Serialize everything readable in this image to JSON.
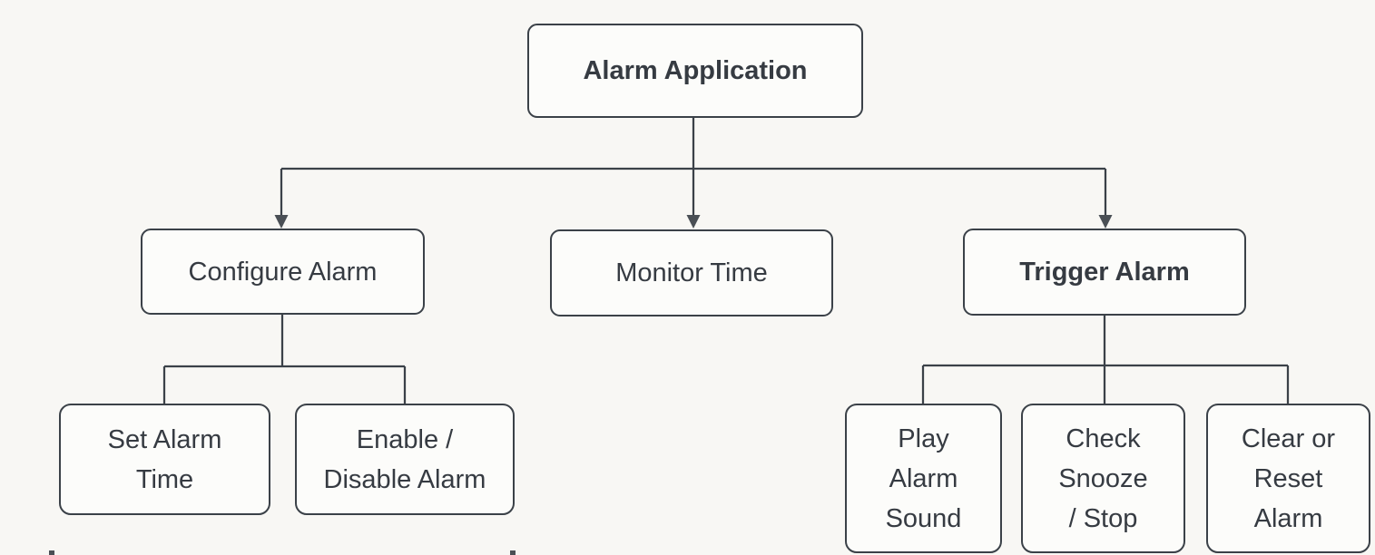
{
  "diagram": {
    "type": "flowchart-top-down",
    "title": "Alarm Application",
    "colors": {
      "background": "#f8f7f4",
      "node_fill": "#fcfcfa",
      "node_border": "#3b4148",
      "text": "#363b42",
      "connector": "#3b4148"
    },
    "nodes": {
      "root": {
        "label": "Alarm Application",
        "emphasis": "bold"
      },
      "configure": {
        "label": "Configure Alarm",
        "emphasis": "regular"
      },
      "monitor": {
        "label": "Monitor Time",
        "emphasis": "regular"
      },
      "trigger": {
        "label": "Trigger Alarm",
        "emphasis": "bold"
      },
      "set_time": {
        "label": "Set Alarm\nTime",
        "emphasis": "regular"
      },
      "enable_disable": {
        "label": "Enable /\nDisable Alarm",
        "emphasis": "regular"
      },
      "play_sound": {
        "label": "Play\nAlarm\nSound",
        "emphasis": "regular"
      },
      "check_snooze": {
        "label": "Check\nSnooze\n/ Stop",
        "emphasis": "regular"
      },
      "clear_reset": {
        "label": "Clear or\nReset\nAlarm",
        "emphasis": "regular"
      }
    },
    "edges": [
      {
        "from": "root",
        "to": "configure",
        "arrowhead": true
      },
      {
        "from": "root",
        "to": "monitor",
        "arrowhead": true
      },
      {
        "from": "root",
        "to": "trigger",
        "arrowhead": true
      },
      {
        "from": "configure",
        "to": "set_time",
        "arrowhead": false
      },
      {
        "from": "configure",
        "to": "enable_disable",
        "arrowhead": false
      },
      {
        "from": "trigger",
        "to": "play_sound",
        "arrowhead": false
      },
      {
        "from": "trigger",
        "to": "check_snooze",
        "arrowhead": false
      },
      {
        "from": "trigger",
        "to": "clear_reset",
        "arrowhead": false
      }
    ]
  }
}
